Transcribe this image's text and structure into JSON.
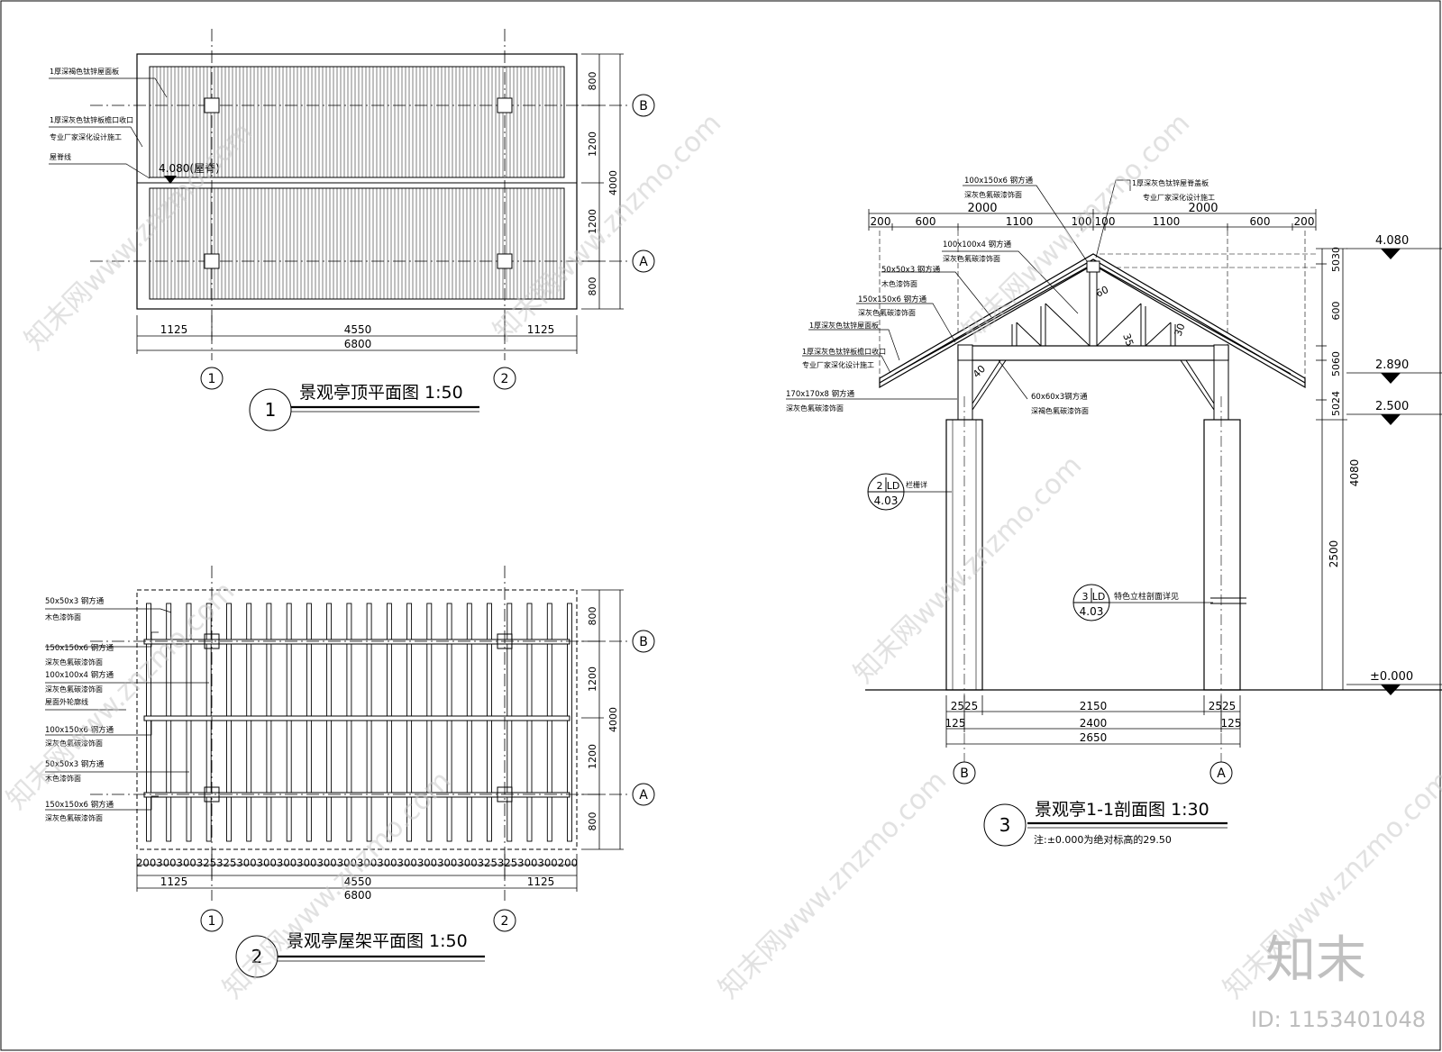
{
  "plan1": {
    "title": "景观亭顶平面图 1:50",
    "number": "1",
    "notes": [
      {
        "label": "1厚深褐色钛锌屋面板"
      },
      {
        "label": "1厚深灰色钛锌板檐口收口"
      },
      {
        "label": "专业厂家深化设计施工"
      },
      {
        "label": "屋脊线"
      }
    ],
    "elev_label": "4.080(屋脊)",
    "dims_bottom": [
      "1125",
      "4550",
      "1125",
      "6800"
    ],
    "dims_right": [
      "800",
      "1200",
      "1200",
      "800",
      "4000"
    ],
    "axes_h": [
      "B",
      "A"
    ],
    "axes_v": [
      "1",
      "2"
    ]
  },
  "plan2": {
    "title": "景观亭屋架平面图 1:50",
    "number": "2",
    "notes": [
      {
        "label": "50x50x3 钢方通"
      },
      {
        "label": "木色漆饰面"
      },
      {
        "label": "150x150x6 钢方通"
      },
      {
        "label": "深灰色氟碳漆饰面"
      },
      {
        "label": "100x100x4 钢方通"
      },
      {
        "label": "深灰色氟碳漆饰面"
      },
      {
        "label": "屋面外轮廓线"
      },
      {
        "label": "100x150x6 钢方通"
      },
      {
        "label": "深灰色氟碳漆饰面"
      },
      {
        "label": "50x50x3 钢方通"
      },
      {
        "label": "木色漆饰面"
      },
      {
        "label": "150x150x6 钢方通"
      },
      {
        "label": "深灰色氟碳漆饰面"
      }
    ],
    "dims_bottom": [
      "1125",
      "4550",
      "1125",
      "6800"
    ],
    "dims_tiny": "200300300325325300300300300300300300300300300300300325325300300200",
    "dims_right": [
      "800",
      "1200",
      "1200",
      "800",
      "4000"
    ],
    "axes_h": [
      "B",
      "A"
    ],
    "axes_v": [
      "1",
      "2"
    ]
  },
  "section": {
    "title": "景观亭1-1剖面图 1:30",
    "number": "3",
    "note": "注:±0.000为绝对标高的29.50",
    "labels": [
      {
        "label": "100x150x6 钢方通"
      },
      {
        "label": "深灰色氟碳漆饰面"
      },
      {
        "label": "1厚深灰色钛锌屋脊盖板"
      },
      {
        "label": "专业厂家深化设计施工"
      },
      {
        "label": "100x100x4 钢方通"
      },
      {
        "label": "深灰色氟碳漆饰面"
      },
      {
        "label": "50x50x3 钢方通"
      },
      {
        "label": "木色漆饰面"
      },
      {
        "label": "150x150x6 钢方通"
      },
      {
        "label": "深灰色氟碳漆饰面"
      },
      {
        "label": "1厚深灰色钛锌屋面板"
      },
      {
        "label": "1厚深灰色钛锌板檐口收口"
      },
      {
        "label": "专业厂家深化设计施工"
      },
      {
        "label": "170x170x8 钢方通"
      },
      {
        "label": "深灰色氟碳漆饰面"
      },
      {
        "label": "60x60x3钢方通"
      },
      {
        "label": "深褐色氟碳漆饰面"
      }
    ],
    "dims_top": [
      "2000",
      "2000",
      "200",
      "600",
      "1100",
      "100",
      "100",
      "1100",
      "600",
      "200"
    ],
    "dims_bottom": [
      "2525",
      "2150",
      "2525",
      "125",
      "2400",
      "125",
      "2650"
    ],
    "dims_right": [
      "5030",
      "600",
      "5060",
      "5024",
      "2500",
      "4080"
    ],
    "elevations": [
      "4.080",
      "2.890",
      "2.500",
      "±0.000"
    ],
    "angles": [
      "60",
      "35",
      "30",
      "40"
    ],
    "callout1": {
      "top": "2",
      "code": "LD",
      "bottom": "4.03",
      "text": "栏栅详"
    },
    "callout2": {
      "top": "3",
      "code": "LD",
      "bottom": "4.03",
      "text": "特色立柱剖面详见"
    },
    "axes": [
      "B",
      "A"
    ]
  },
  "watermark": {
    "site": "知末网www.znzmo.com",
    "logo": "知末",
    "id": "ID: 1153401048"
  }
}
